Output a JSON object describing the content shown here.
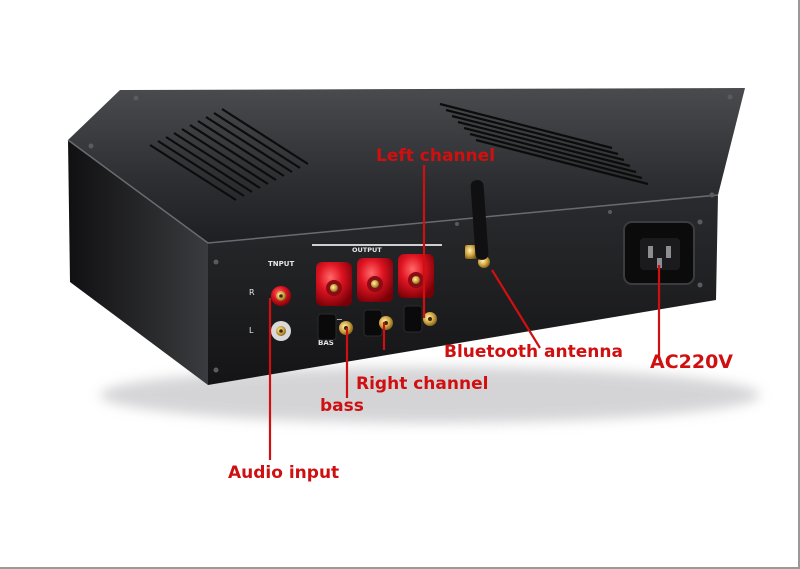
{
  "labels": {
    "left_channel": "Left channel",
    "bluetooth_antenna": "Bluetooth antenna",
    "ac220v": "AC220V",
    "right_channel": "Right channel",
    "bass": "bass",
    "audio_input": "Audio input"
  },
  "panel": {
    "input_heading": "TNPUT",
    "output_heading": "OUTPUT",
    "r": "R",
    "l": "L",
    "plus": "+",
    "minus": "−",
    "bass_small": "BAS"
  },
  "colors": {
    "label_red": "#d01010",
    "chassis": "#1c1c1e",
    "post_red": "#d0101a",
    "gold": "#c9a24a"
  }
}
